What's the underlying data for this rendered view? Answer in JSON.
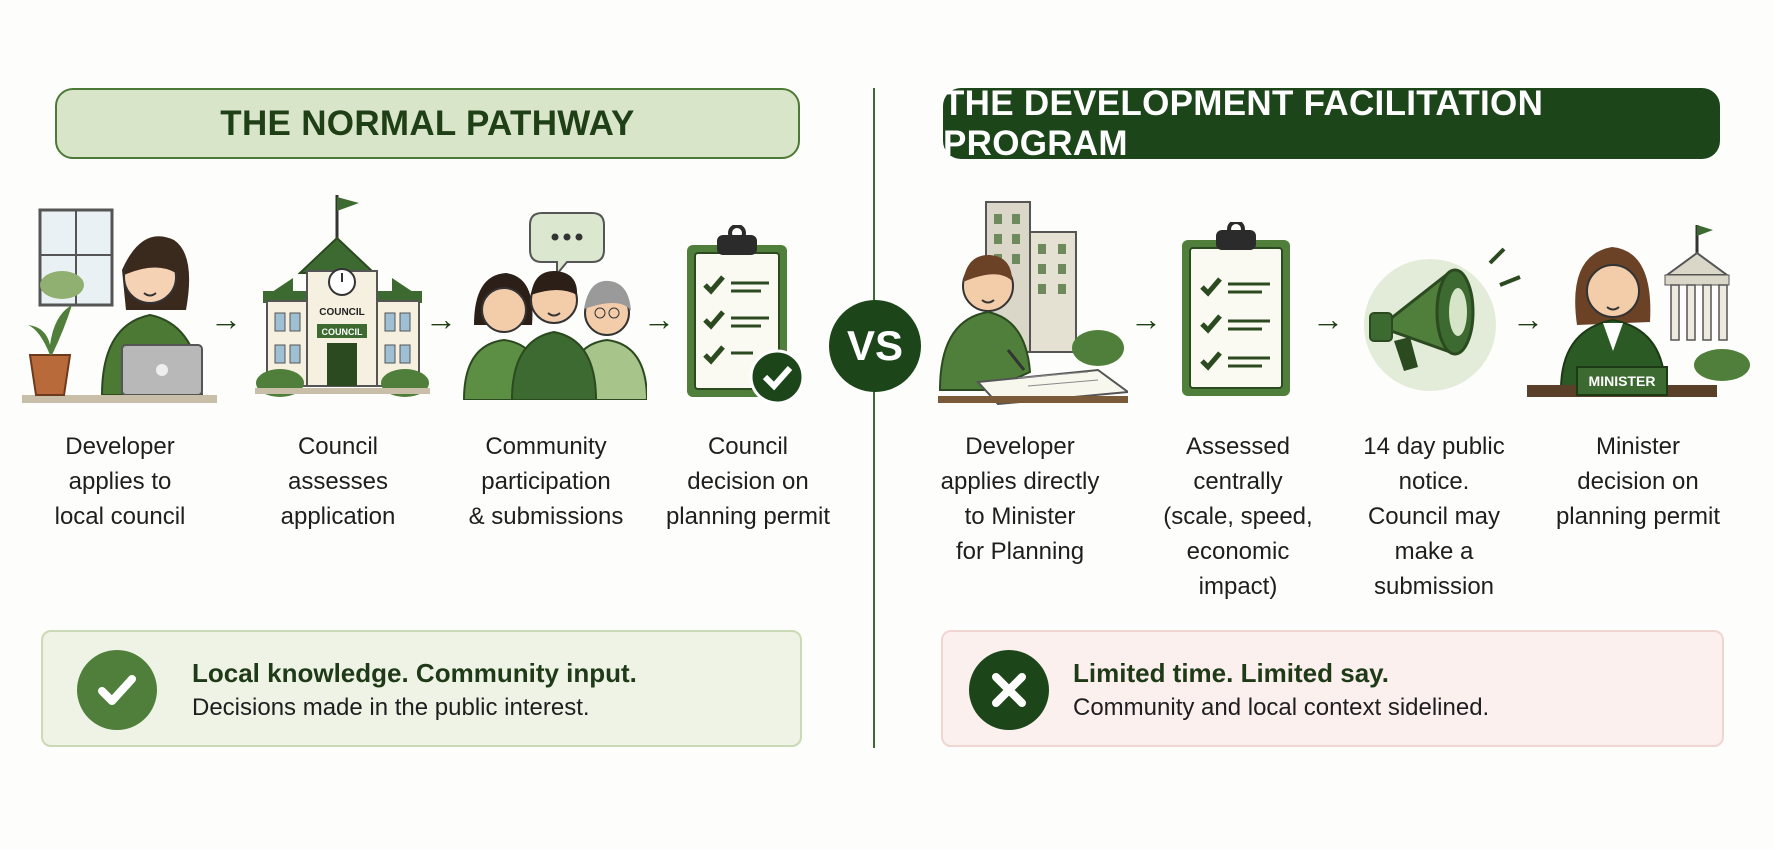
{
  "left_panel": {
    "title": "THE NORMAL PATHWAY",
    "steps": [
      {
        "icon": "developer-laptop-icon",
        "label": "Developer\napplies to\nlocal council"
      },
      {
        "icon": "council-building-icon",
        "label": "Council\nassesses\napplication",
        "sign_text": "COUNCIL",
        "banner_text": "COUNCIL"
      },
      {
        "icon": "community-group-icon",
        "label": "Community\nparticipation\n& submissions"
      },
      {
        "icon": "clipboard-approved-icon",
        "label": "Council\ndecision on\nplanning permit"
      }
    ],
    "callout": {
      "icon": "check-icon",
      "headline": "Local knowledge. Community input.",
      "body": "Decisions made in the public interest."
    }
  },
  "vs_label": "VS",
  "right_panel": {
    "title": "THE DEVELOPMENT FACILITATION PROGRAM",
    "steps": [
      {
        "icon": "developer-plans-icon",
        "label": "Developer\napplies directly\nto Minister\nfor Planning"
      },
      {
        "icon": "clipboard-checklist-icon",
        "label": "Assessed\ncentrally\n(scale, speed,\neconomic\nimpact)"
      },
      {
        "icon": "megaphone-icon",
        "label": "14 day public\nnotice.\nCouncil may\nmake a\nsubmission"
      },
      {
        "icon": "minister-icon",
        "label": "Minister\ndecision on\nplanning permit",
        "desk_sign": "MINISTER"
      }
    ],
    "callout": {
      "icon": "cross-icon",
      "headline": "Limited time. Limited say.",
      "body": "Community and local context sidelined."
    }
  },
  "colors": {
    "dark_green": "#1c4519",
    "mid_green": "#4f7f3a",
    "light_green": "#d9e5c9",
    "good_bg": "#eef3e6",
    "bad_bg": "#fbf0ee"
  }
}
